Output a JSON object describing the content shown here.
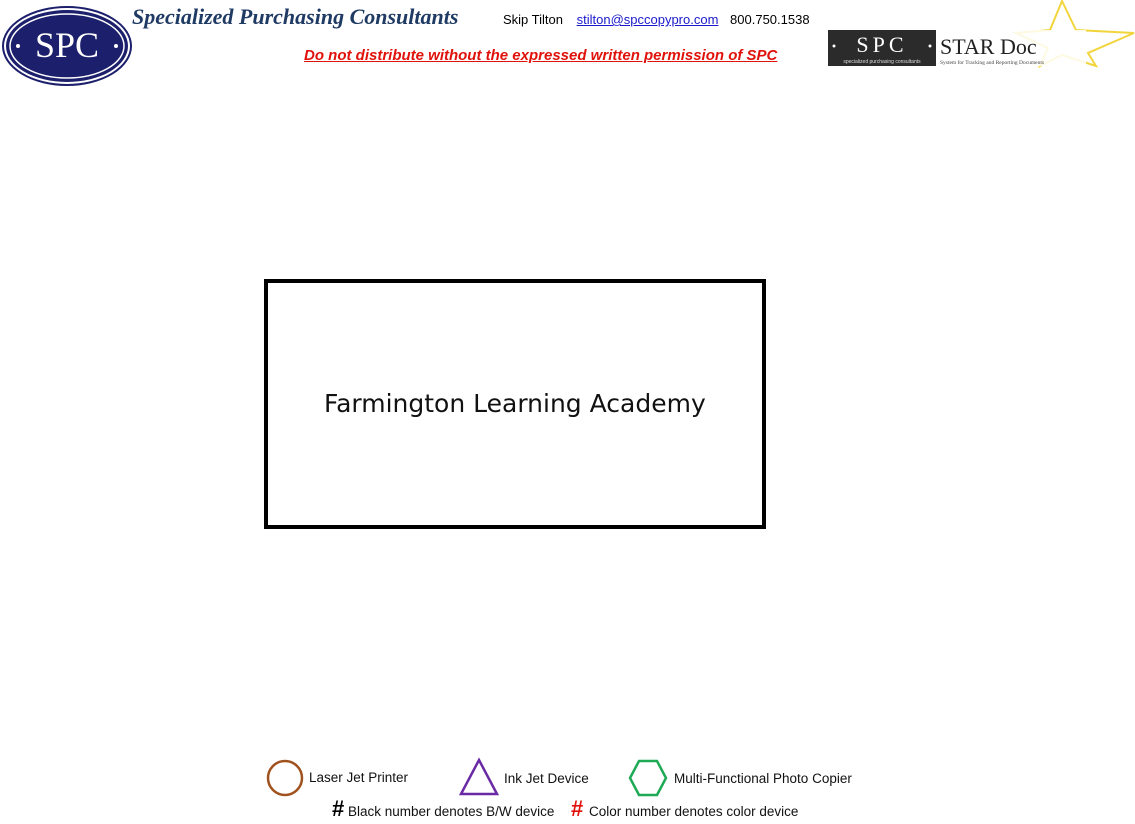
{
  "header": {
    "logo_text": "SPC",
    "company_name": "Specialized Purchasing Consultants",
    "contact_name": "Skip Tilton",
    "contact_email": "stilton@spccopypro.com",
    "contact_phone": "800.750.1538",
    "warning": "Do not distribute without the expressed written permission of SPC",
    "stardoc_logo": {
      "spc_text": "SPC",
      "spc_subtext": "specialized purchasing consultants",
      "title": "STAR Doc",
      "tagline": "System for Tracking and Reporting Documents"
    }
  },
  "map": {
    "building_label": "Farmington Learning Academy"
  },
  "legend": {
    "laser_label": "Laser Jet Printer",
    "inkjet_label": "Ink Jet Device",
    "mfp_label": "Multi-Functional Photo Copier",
    "hash_symbol": "#",
    "bw_label": "Black number denotes B/W device",
    "color_label": "Color number denotes color device"
  },
  "colors": {
    "navy": "#1f3a63",
    "logo_navy": "#1c1f6b",
    "warning_red": "#e0120b",
    "laser_brown": "#a0521e",
    "inkjet_purple": "#6a2aa6",
    "mfp_green": "#1eaa55",
    "star_gold": "#f2d53c"
  }
}
